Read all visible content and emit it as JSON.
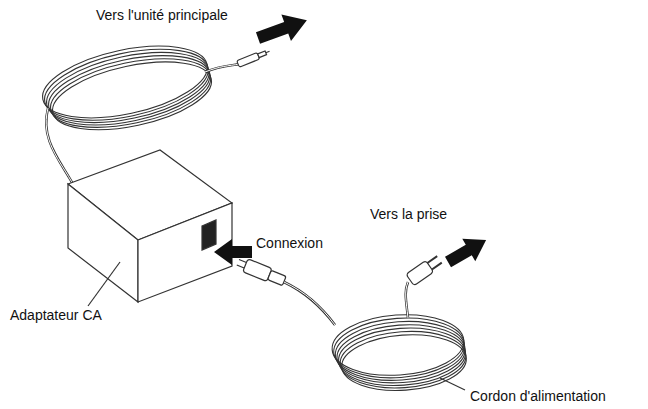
{
  "diagram": {
    "labels": [
      "Vers l'unité principale",
      "Connexion",
      "Vers la prise",
      "Adaptateur CA",
      "Cordon d'alimentation"
    ]
  }
}
